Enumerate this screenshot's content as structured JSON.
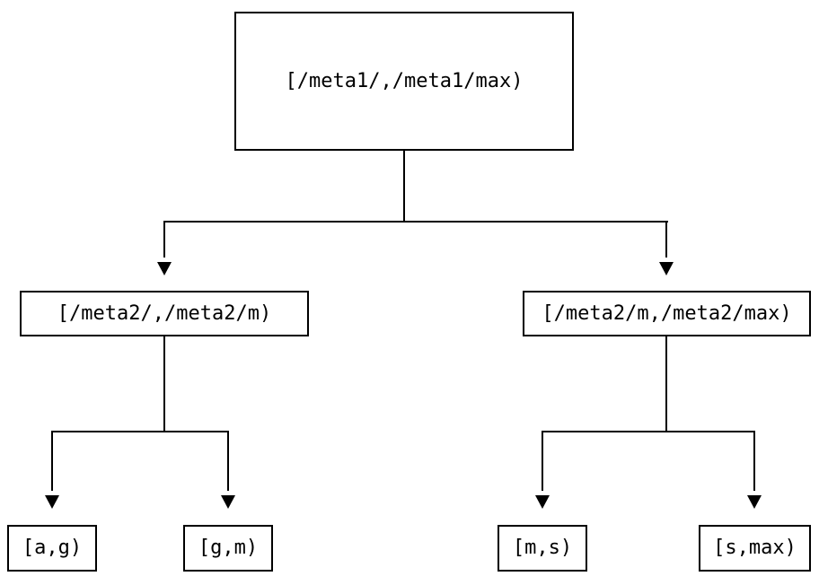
{
  "diagram": {
    "type": "binary-range-tree",
    "colors": {
      "background": "#ffffff",
      "line": "#000000",
      "text": "#000000"
    },
    "nodes": {
      "root": {
        "label": "[/meta1/,/meta1/max)"
      },
      "meta2_left": {
        "label": "[/meta2/,/meta2/m)"
      },
      "meta2_right": {
        "label": "[/meta2/m,/meta2/max)"
      },
      "leaf_ag": {
        "label": "[a,g)"
      },
      "leaf_gm": {
        "label": "[g,m)"
      },
      "leaf_ms": {
        "label": "[m,s)"
      },
      "leaf_smax": {
        "label": "[s,max)"
      }
    }
  }
}
